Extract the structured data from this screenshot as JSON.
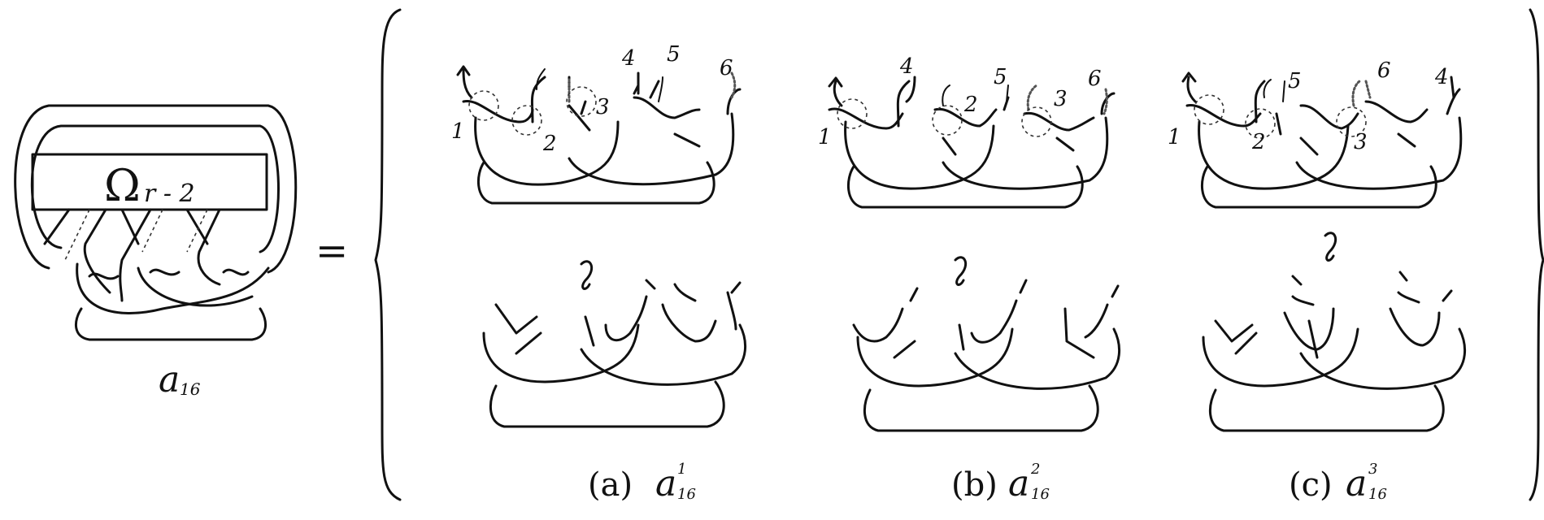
{
  "main": {
    "box_label_omega": "Ω",
    "box_label_rest": "r - 2",
    "caption_base": "a",
    "caption_sub": "16"
  },
  "equals": "=",
  "panels": [
    {
      "caption_prefix": "(a)",
      "caption_base": "a",
      "caption_sup": "1",
      "caption_sub": "16",
      "top_numbers": [
        "4",
        "5",
        "6"
      ],
      "side_numbers": [
        "1",
        "2",
        "3"
      ]
    },
    {
      "caption_prefix": "(b)",
      "caption_base": "a",
      "caption_sup": "2",
      "caption_sub": "16",
      "top_numbers": [
        "4",
        "5",
        "6"
      ],
      "side_numbers": [
        "1",
        "2",
        "3"
      ]
    },
    {
      "caption_prefix": "(c)",
      "caption_base": "a",
      "caption_sup": "3",
      "caption_sub": "16",
      "top_numbers": [
        "5",
        "6",
        "4"
      ],
      "side_numbers": [
        "1",
        "2",
        "3"
      ]
    }
  ],
  "tilde": "~"
}
